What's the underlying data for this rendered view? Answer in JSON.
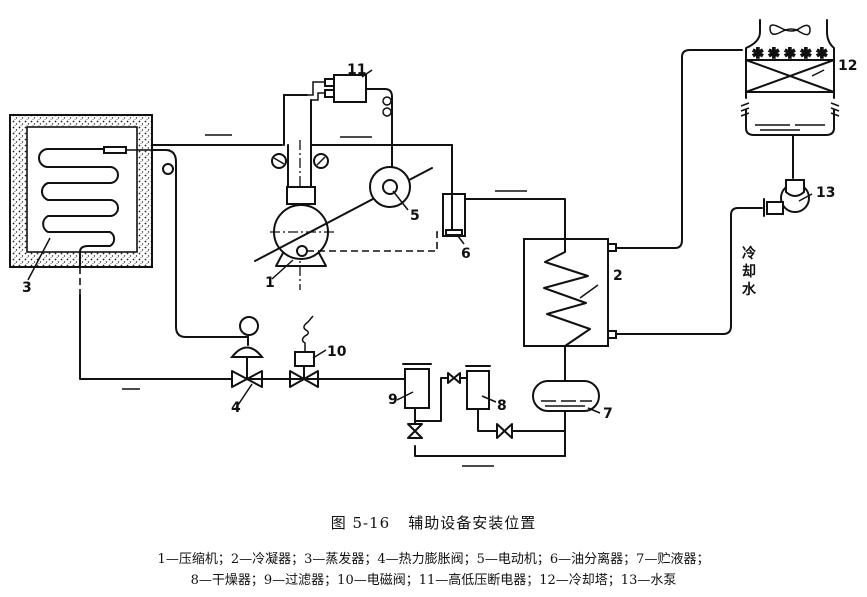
{
  "figure": {
    "number": "图 5-16",
    "title": "辅助设备安装位置"
  },
  "labels": {
    "l1": "1",
    "l2": "2",
    "l3": "3",
    "l4": "4",
    "l5": "5",
    "l6": "6",
    "l7": "7",
    "l8": "8",
    "l9": "9",
    "l10": "10",
    "l11": "11",
    "l12": "12",
    "l13": "13"
  },
  "cooling_water_label": [
    "冷",
    "却",
    "水"
  ],
  "legend": {
    "line1": "1—压缩机；2—冷凝器；3—蒸发器；4—热力膨胀阀；5—电动机；6—油分离器；7—贮液器；",
    "line2": "8—干燥器；9—过滤器；10—电磁阀；11—高低压断电器；12—冷却塔；13—水泵"
  },
  "components": [
    {
      "id": 1,
      "name": "压缩机"
    },
    {
      "id": 2,
      "name": "冷凝器"
    },
    {
      "id": 3,
      "name": "蒸发器"
    },
    {
      "id": 4,
      "name": "热力膨胀阀"
    },
    {
      "id": 5,
      "name": "电动机"
    },
    {
      "id": 6,
      "name": "油分离器"
    },
    {
      "id": 7,
      "name": "贮液器"
    },
    {
      "id": 8,
      "name": "干燥器"
    },
    {
      "id": 9,
      "name": "过滤器"
    },
    {
      "id": 10,
      "name": "电磁阀"
    },
    {
      "id": 11,
      "name": "高低压断电器"
    },
    {
      "id": 12,
      "name": "冷却塔"
    },
    {
      "id": 13,
      "name": "水泵"
    }
  ]
}
